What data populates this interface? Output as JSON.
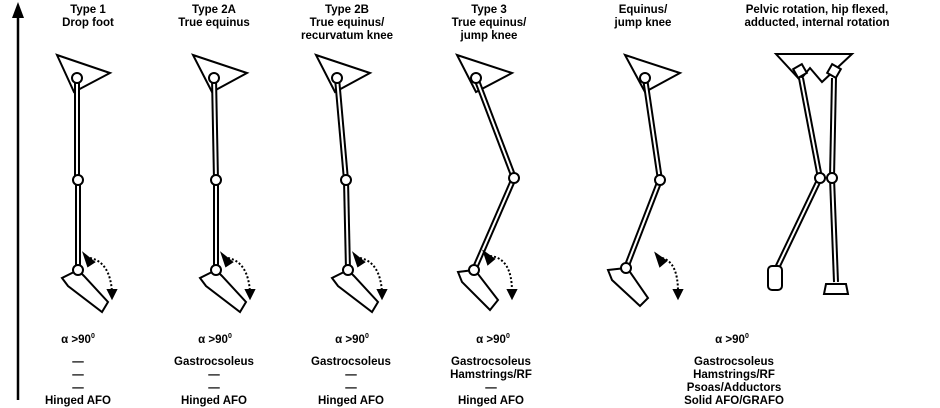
{
  "columns": [
    {
      "id": "type1",
      "title_lines": [
        "Type 1",
        "Drop foot"
      ],
      "angle": "α >90",
      "angle_sup": "0",
      "muscles": [
        "—",
        "—",
        "—",
        "Hinged AFO"
      ]
    },
    {
      "id": "type2a",
      "title_lines": [
        "Type 2A",
        "True equinus"
      ],
      "angle": "α >90",
      "angle_sup": "0",
      "muscles": [
        "Gastrocsoleus",
        "—",
        "—",
        "Hinged AFO"
      ]
    },
    {
      "id": "type2b",
      "title_lines": [
        "Type 2B",
        "True equinus/",
        "recurvatum knee"
      ],
      "angle": "α >90",
      "angle_sup": "0",
      "muscles": [
        "Gastrocsoleus",
        "—",
        "—",
        "Hinged AFO"
      ]
    },
    {
      "id": "type3",
      "title_lines": [
        "Type 3",
        "True equinus/",
        "jump knee"
      ],
      "angle": "α >90",
      "angle_sup": "0",
      "muscles": [
        "Gastrocsoleus",
        "Hamstrings/RF",
        "—",
        "Hinged AFO"
      ]
    },
    {
      "id": "type4a",
      "title_lines": [
        "Equinus/",
        "jump knee"
      ],
      "angle": "",
      "angle_sup": "",
      "muscles": []
    },
    {
      "id": "type4b",
      "title_lines": [
        "Pelvic rotation, hip flexed,",
        "adducted, internal rotation"
      ],
      "angle": "",
      "angle_sup": "",
      "muscles": []
    }
  ],
  "shared_angle": {
    "angle": "α >90",
    "angle_sup": "0"
  },
  "shared_muscles": [
    "Gastrocsoleus",
    "Hamstrings/RF",
    "Psoas/Adductors",
    "Solid AFO/GRAFO"
  ],
  "colors": {
    "ink": "#000000",
    "background": "#ffffff"
  },
  "icons": {
    "axis": "vertical-arrow-icon",
    "motion": "dotted-curved-arrow-icon",
    "pelvis": "triangle-pelvis-icon"
  }
}
